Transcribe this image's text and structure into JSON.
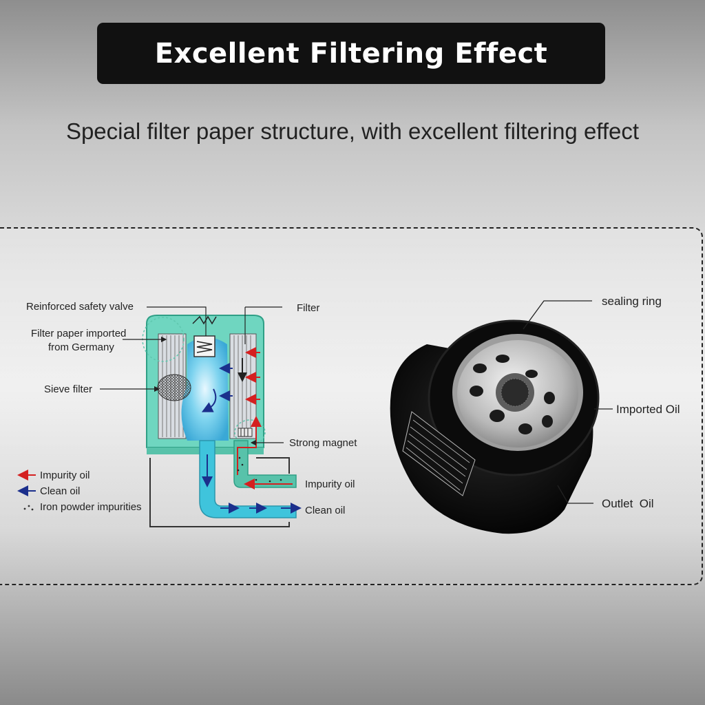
{
  "title": "Excellent Filtering Effect",
  "subtitle": "Special filter paper structure, with excellent filtering effect",
  "diagram": {
    "callouts": {
      "safety_valve": "Reinforced safety valve",
      "filter": "Filter",
      "filter_paper_line1": "Filter paper imported",
      "filter_paper_line2": "from Germany",
      "sieve": "Sieve filter",
      "magnet": "Strong magnet",
      "impurity_inlet": "Impurity oil",
      "clean_outlet": "Clean oil"
    },
    "legend": [
      {
        "label": "Impurity oil",
        "color": "#d42020",
        "kind": "arrow"
      },
      {
        "label": "Clean oil",
        "color": "#1b2f8c",
        "kind": "arrow"
      },
      {
        "label": "Iron powder impurities",
        "color": "#333333",
        "kind": "dots"
      }
    ]
  },
  "product": {
    "callouts": {
      "sealing_ring": "sealing ring",
      "imported_oil": "Imported Oil",
      "outlet_oil": "Outlet  Oil"
    }
  },
  "colors": {
    "housing": "#6fd6c0",
    "clean_flow": "#3fc4dc",
    "impurity_arrow": "#d42020",
    "clean_arrow": "#1b2f8c"
  }
}
